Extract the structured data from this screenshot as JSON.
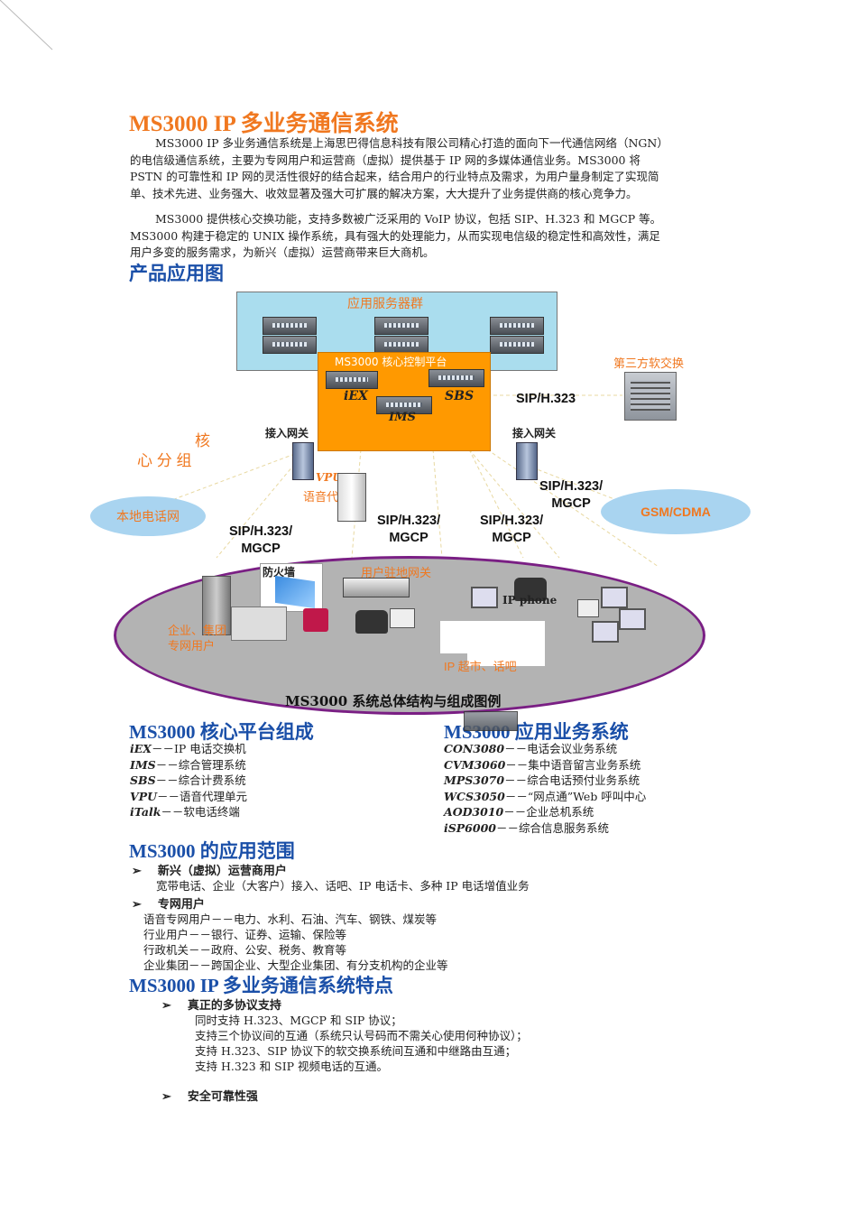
{
  "title": "MS3000 IP 多业务通信系统",
  "intro": {
    "p1": [
      "MS3000 IP 多业务通信系统是上海思巴得信息科技有限公司精心打造的面向下一代通信网络（NGN）",
      "的电信级通信系统，主要为专网用户和运营商（虚拟）提供基于 IP 网的多媒体通信业务。MS3000 将",
      "PSTN 的可靠性和 IP 网的灵活性很好的结合起来，结合用户的行业特点及需求，为用户量身制定了实现简",
      "单、技术先进、业务强大、收效显著及强大可扩展的解决方案，大大提升了业务提供商的核心竞争力。"
    ],
    "p2": [
      "MS3000 提供核心交换功能，支持多数被广泛采用的 VoIP 协议，包括 SIP、H.323 和 MGCP 等。",
      "MS3000 构建于稳定的 UNIX 操作系统，具有强大的处理能力，从而实现电信级的稳定性和高效性，满足",
      "用户多变的服务需求，为新兴（虚拟）运营商带来巨大商机。"
    ]
  },
  "diagram": {
    "heading": "产品应用图",
    "app_server_cluster": "应用服务器群",
    "core_platform": "MS3000 核心控制平台",
    "iex": "iEX",
    "sbs": "SBS",
    "ims": "IMS",
    "third_party_softswitch": "第三方软交换",
    "sip_h323": "SIP/H.323",
    "access_gateway_left": "接入网关",
    "access_gateway_right": "接入网关",
    "left_partial_1": "核",
    "left_partial_2": "心 分 组",
    "vpu": "VPU",
    "voice_proxy": "语音代理",
    "local_phone_net": "本地电话网",
    "gsm_cdma": "GSM/CDMA",
    "proto_left": [
      "SIP/H.323/",
      "MGCP"
    ],
    "proto_mid1": [
      "SIP/H.323/",
      "MGCP"
    ],
    "proto_mid2": [
      "SIP/H.323/",
      "MGCP"
    ],
    "proto_right": [
      "SIP/H.323/",
      "MGCP"
    ],
    "firewall": "防火墙",
    "user_gateway": "用户驻地网关",
    "enterprise": [
      "企业、集团",
      "专网用户"
    ],
    "ip_phone": "IP phone",
    "ip_store": "IP 超市、话吧",
    "caption": "MS3000 系统总体结构与组成图例"
  },
  "core_section": {
    "heading": "MS3000 核心平台组成",
    "items": [
      {
        "name": "iEX",
        "desc": "－－IP 电话交换机"
      },
      {
        "name": "IMS",
        "desc": "－－综合管理系统"
      },
      {
        "name": "SBS",
        "desc": "－－综合计费系统"
      },
      {
        "name": "VPU",
        "desc": "－－语音代理单元"
      },
      {
        "name": "iTalk",
        "desc": "－－软电话终端"
      }
    ]
  },
  "app_section": {
    "heading": "MS3000 应用业务系统",
    "items": [
      {
        "name": "CON3080",
        "desc": "－－电话会议业务系统"
      },
      {
        "name": "CVM3060",
        "desc": "－－集中语音留言业务系统"
      },
      {
        "name": "MPS3070",
        "desc": "－－综合电话预付业务系统"
      },
      {
        "name": "WCS3050",
        "desc": "－－“网点通”Web 呼叫中心"
      },
      {
        "name": "AOD3010",
        "desc": "－－企业总机系统"
      },
      {
        "name": "iSP6000",
        "desc": "－－综合信息服务系统"
      }
    ]
  },
  "scope_section": {
    "heading": "MS3000 的应用范围",
    "b1_title": "新兴（虚拟）运营商用户",
    "b1_text": "宽带电话、企业（大客户）接入、话吧、IP 电话卡、多种 IP 电话增值业务",
    "b2_title": "专网用户",
    "b2_lines": [
      "语音专网用户－－电力、水利、石油、汽车、钢铁、煤炭等",
      "行业用户－－银行、证券、运输、保险等",
      "行政机关－－政府、公安、税务、教育等",
      "企业集团－－跨国企业、大型企业集团、有分支机构的企业等"
    ]
  },
  "features_section": {
    "heading": "MS3000 IP 多业务通信系统特点",
    "f1_title": "真正的多协议支持",
    "f1_lines": [
      "同时支持 H.323、MGCP 和 SIP 协议；",
      "支持三个协议间的互通（系统只认号码而不需关心使用何种协议）；",
      "支持 H.323、SIP 协议下的软交换系统间互通和中继路由互通；",
      "支持 H.323 和 SIP 视频电话的互通。"
    ],
    "f2_title": "安全可靠性强"
  },
  "bullet": "➢",
  "colors": {
    "orange": "#f07820",
    "blue": "#1a4fa8",
    "light_blue": "#aaddee",
    "ellipse_border": "#7a1f84"
  }
}
